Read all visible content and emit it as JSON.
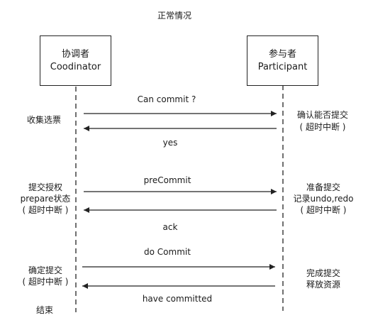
{
  "title": "正常情况",
  "coordinator": {
    "name_cn": "协调者",
    "name_en": "Coodinator"
  },
  "participant": {
    "name_cn": "参与者",
    "name_en": "Participant"
  },
  "phase1": {
    "request": "Can commit ?",
    "response": "yes",
    "coordinator_note": "收集选票",
    "participant_note": [
      "确认能否提交",
      "( 超时中断 )"
    ]
  },
  "phase2": {
    "request": "preCommit",
    "response": "ack",
    "coordinator_note": [
      "提交授权",
      "prepare状态",
      "( 超时中断 )"
    ],
    "participant_note": [
      "准备提交",
      "记录undo,redo",
      "( 超时中断 )"
    ]
  },
  "phase3": {
    "request": "do Commit",
    "response": "have committed",
    "coordinator_note": [
      "确定提交",
      "( 超时中断 )"
    ],
    "participant_note": [
      "完成提交",
      "释放资源"
    ]
  },
  "end_label": "结束"
}
